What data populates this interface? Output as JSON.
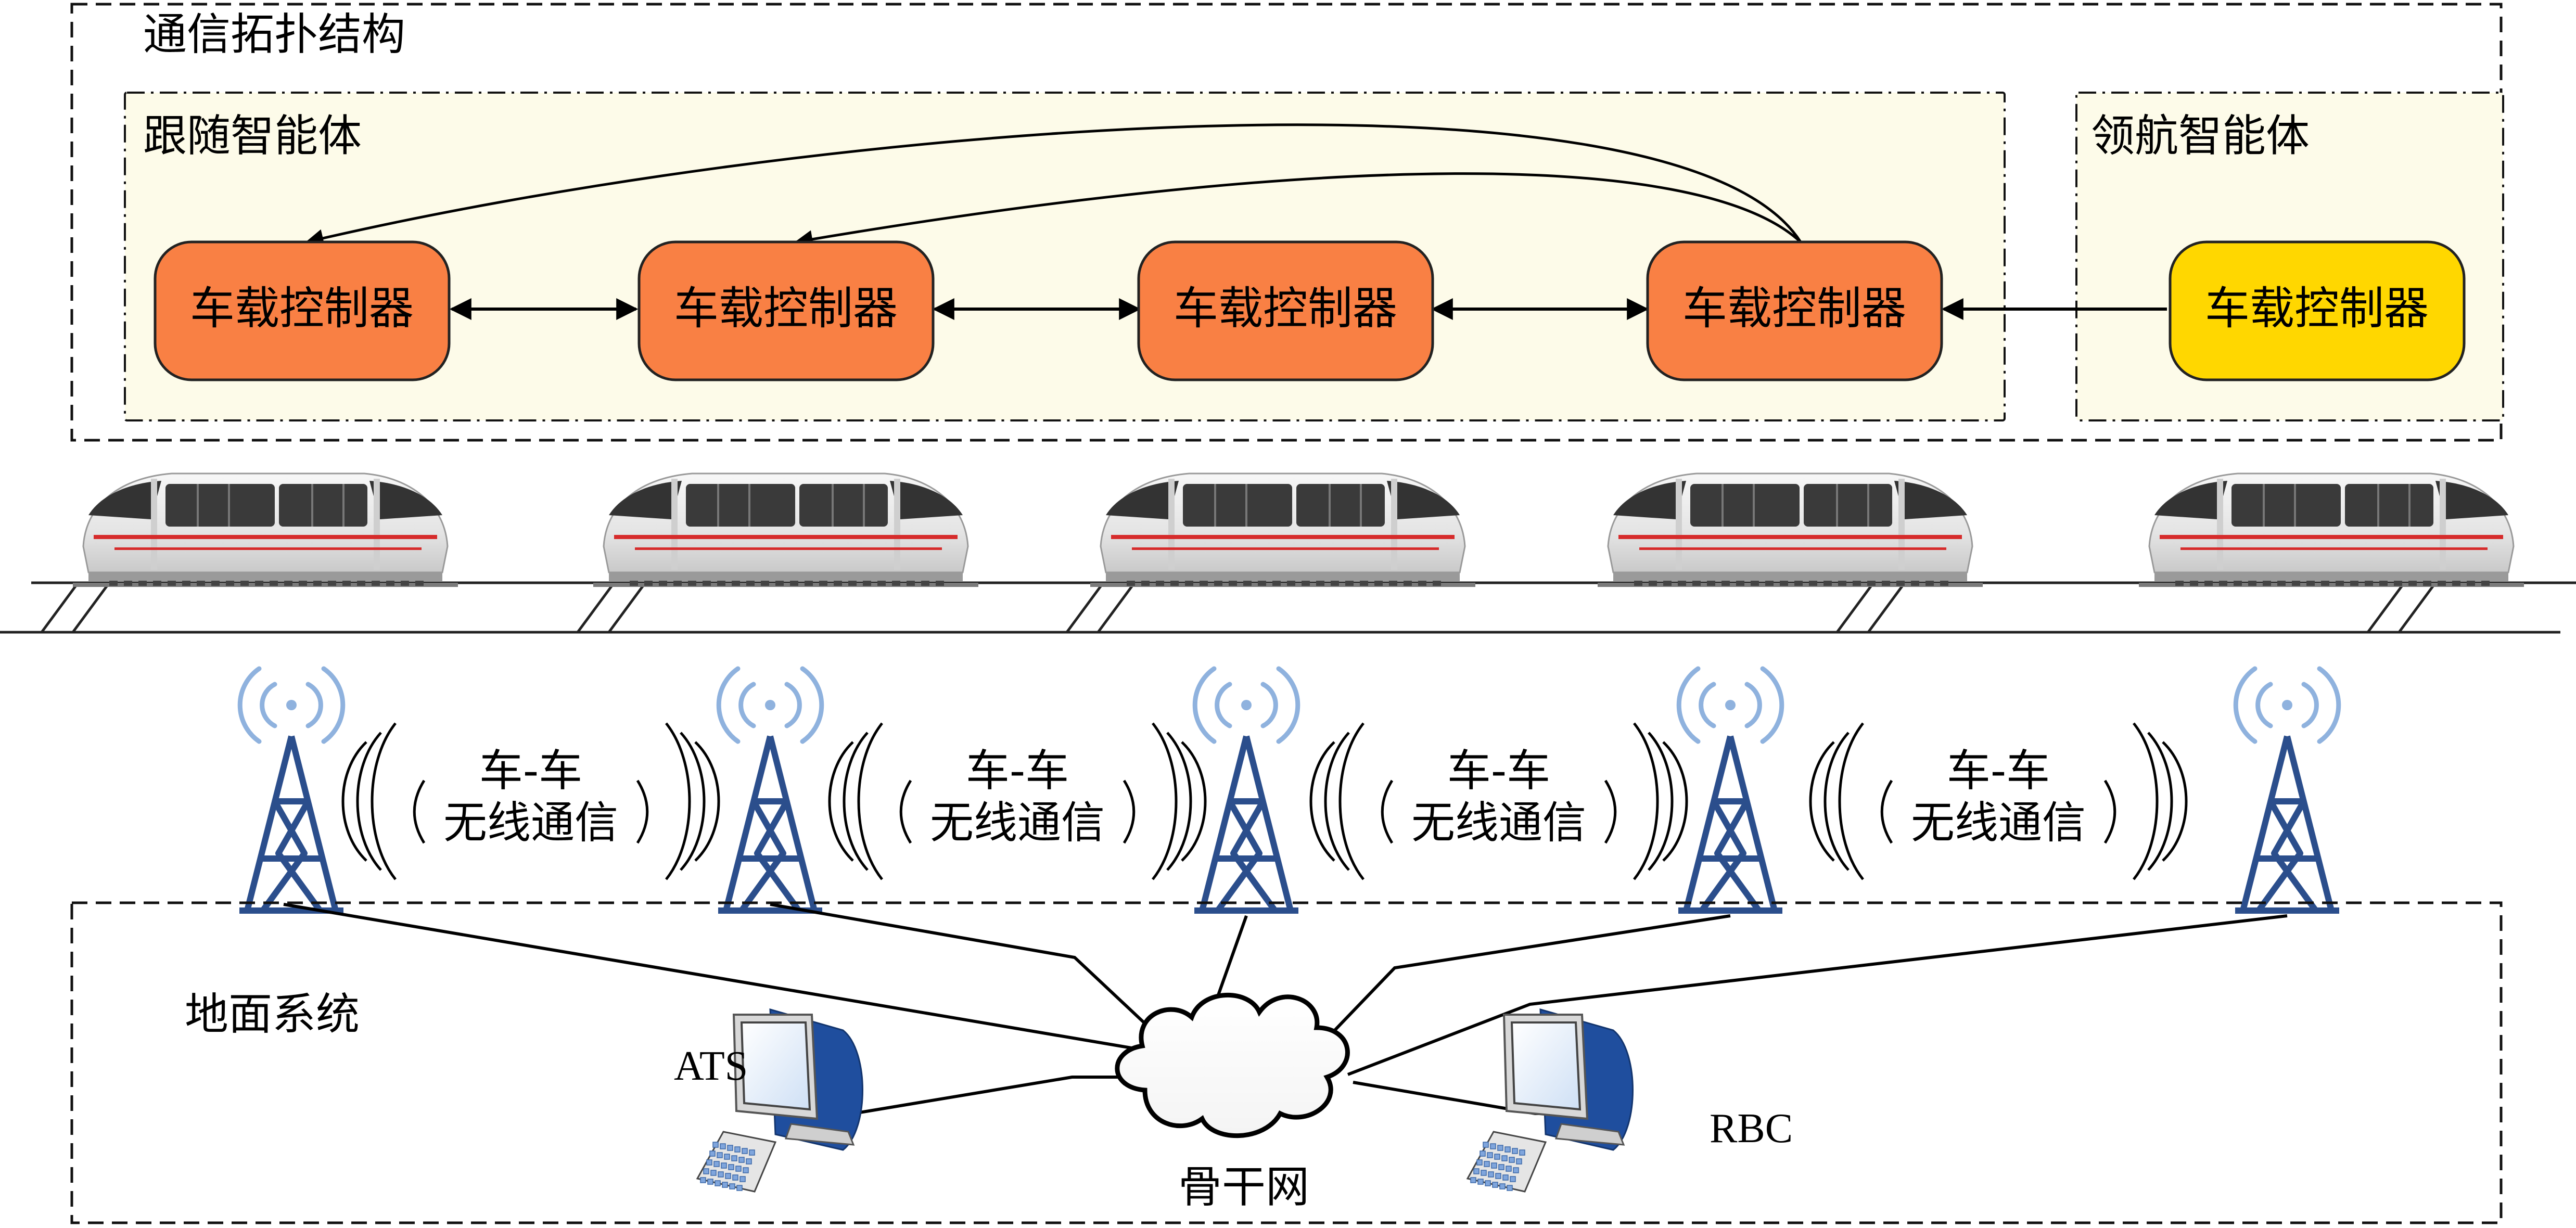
{
  "topology": {
    "title": "通信拓扑结构",
    "follower_group": {
      "label": "跟随智能体"
    },
    "leader_group": {
      "label": "领航智能体"
    },
    "controllers": [
      {
        "label": "车载控制器",
        "role": "follower",
        "fill": "#F98044"
      },
      {
        "label": "车载控制器",
        "role": "follower",
        "fill": "#F98044"
      },
      {
        "label": "车载控制器",
        "role": "follower",
        "fill": "#F98044"
      },
      {
        "label": "车载控制器",
        "role": "follower",
        "fill": "#F98044"
      },
      {
        "label": "车载控制器",
        "role": "leader",
        "fill": "#FFD700"
      }
    ],
    "links": [
      {
        "from": 0,
        "to": 1,
        "type": "bidirectional"
      },
      {
        "from": 1,
        "to": 2,
        "type": "bidirectional"
      },
      {
        "from": 2,
        "to": 3,
        "type": "bidirectional"
      },
      {
        "from": 4,
        "to": 3,
        "type": "one-way"
      },
      {
        "from": 3,
        "to": 0,
        "type": "one-way-curved"
      },
      {
        "from": 3,
        "to": 1,
        "type": "one-way-curved"
      }
    ]
  },
  "trains": {
    "count": 5,
    "stripe_color": "#D62B2B"
  },
  "wireless": {
    "tower_count": 5,
    "tower_color": "#2B4E8C",
    "signal_color": "#8FB2DE",
    "links": [
      {
        "line1": "车-车",
        "line2": "无线通信"
      },
      {
        "line1": "车-车",
        "line2": "无线通信"
      },
      {
        "line1": "车-车",
        "line2": "无线通信"
      },
      {
        "line1": "车-车",
        "line2": "无线通信"
      }
    ]
  },
  "ground": {
    "title": "地面系统",
    "backbone_label": "骨干网",
    "ats_label": "ATS",
    "rbc_label": "RBC"
  },
  "colors": {
    "group_fill": "#FDFBE9",
    "box_stroke": "#222222",
    "monitor_blue": "#1F4E9E"
  }
}
